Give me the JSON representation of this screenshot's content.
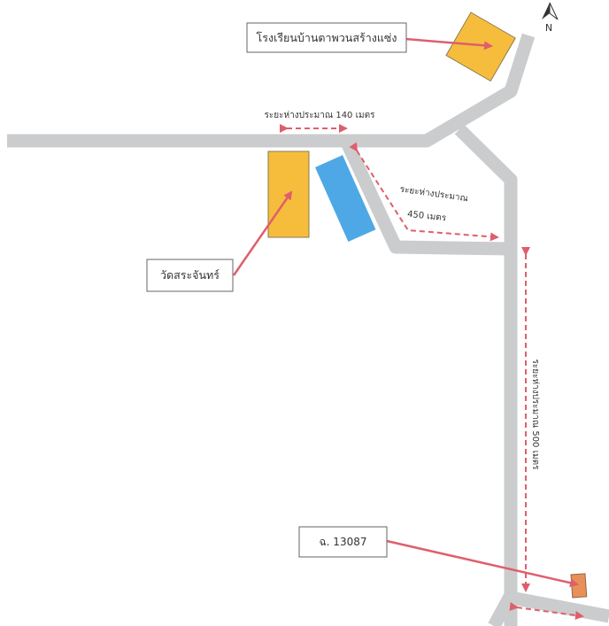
{
  "map": {
    "compass_letter": "N",
    "labels": {
      "school": "โรงเรียนบ้านตาพวนสร้างแซ่ง",
      "temple": "วัดสระจันทร์",
      "house_number": "ฉ. 13087"
    },
    "distances": {
      "horizontal": "ระยะห่างประมาณ 140 เมตร",
      "diagonal_line1": "ระยะห่างประมาณ",
      "diagonal_line2": "450 เมตร",
      "vertical": "ระยะห่างประมาณ 500 เมตร"
    },
    "colors": {
      "road": "#cbcccd",
      "building_yellow": "#f6bd3c",
      "building_blue": "#4ea8e6",
      "building_orange": "#e98f59",
      "arrow_red": "#de5f6c",
      "label_border": "#666666"
    },
    "icons": [
      "north-arrow-icon"
    ]
  }
}
